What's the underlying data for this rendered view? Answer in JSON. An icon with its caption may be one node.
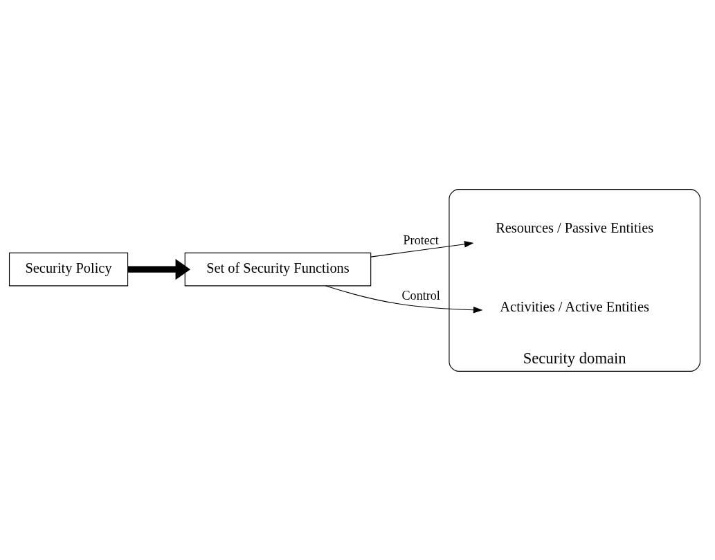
{
  "diagram": {
    "nodes": [
      {
        "text": [
          "Security Policy"
        ]
      },
      {
        "text": [
          "Set of Security Functions"
        ]
      },
      {
        "text": [
          "Security domain"
        ]
      },
      {
        "text": [
          "Resources / Passive Entities"
        ],
        "in": 2
      },
      {
        "text": [
          "Activities / Active Entities"
        ],
        "in": 2
      }
    ],
    "edges": [
      {
        "from": 0,
        "to": 1,
        "arrow": "to",
        "style": "thick"
      },
      {
        "from": 1,
        "to": 3,
        "arrow": "to",
        "label": "Protect"
      },
      {
        "from": 1,
        "to": 4,
        "arrow": "to",
        "label": "Control"
      }
    ]
  }
}
